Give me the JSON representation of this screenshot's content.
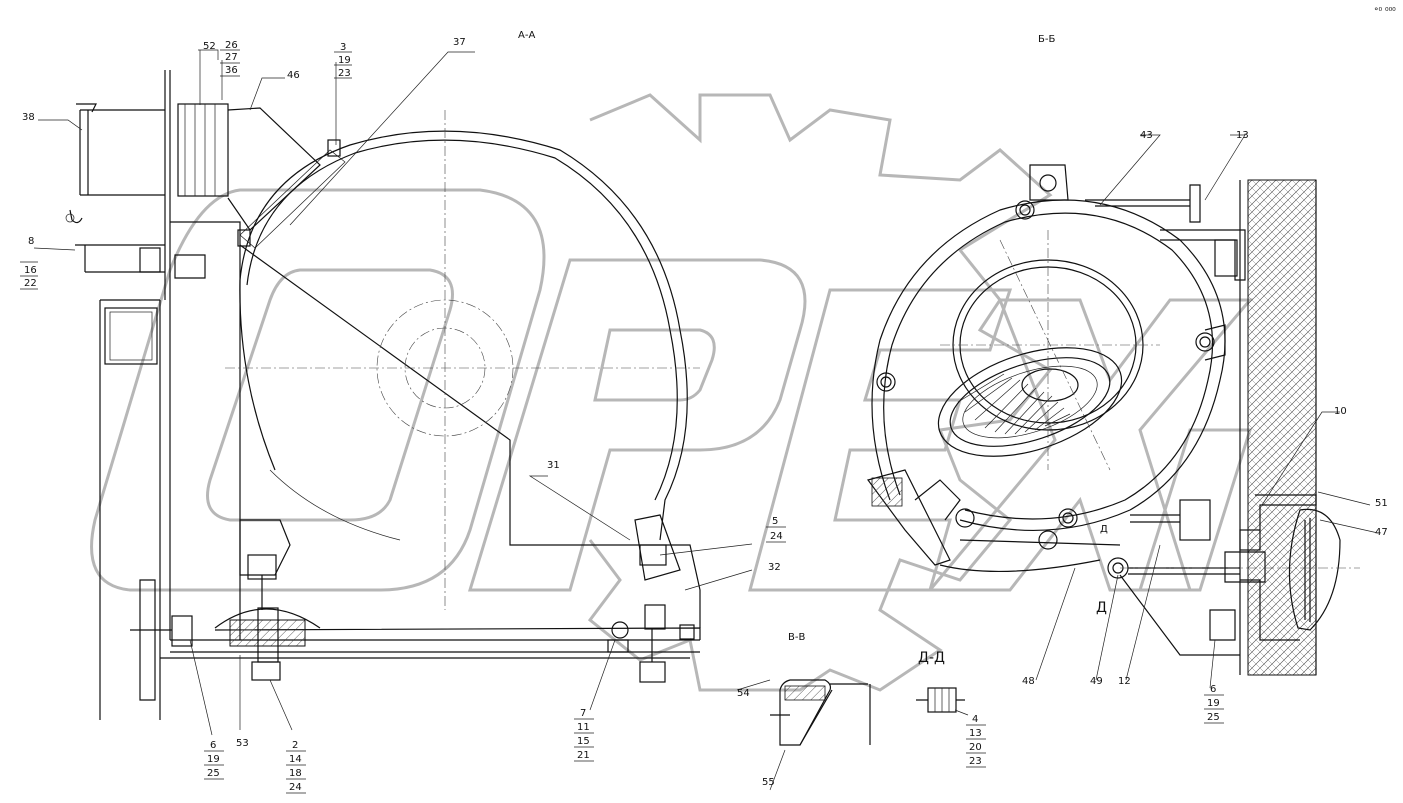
{
  "views": {
    "aa": "А-А",
    "bb": "Б-Б",
    "vv": "В-В",
    "dd": "Д-Д",
    "d_mark": "Д"
  },
  "corner_text": "°⁰ ⁰⁰⁰",
  "callouts": {
    "c52": "52",
    "c26": "26",
    "c27": "27",
    "c36": "36",
    "c3": "3",
    "c19a": "19",
    "c23a": "23",
    "c37": "37",
    "c46": "46",
    "c38": "38",
    "c8": "8",
    "c16": "16",
    "c22": "22",
    "c31": "31",
    "c5": "5",
    "c24a": "24",
    "c32": "32",
    "c6a": "6",
    "c19b": "19",
    "c25a": "25",
    "c53": "53",
    "c2": "2",
    "c14": "14",
    "c18": "18",
    "c24b": "24",
    "c7": "7",
    "c11": "11",
    "c15": "15",
    "c21": "21",
    "c54": "54",
    "c55": "55",
    "c4": "4",
    "c13b": "13",
    "c20": "20",
    "c23b": "23",
    "c43": "43",
    "c13": "13",
    "c10": "10",
    "c51": "51",
    "c47": "47",
    "c48": "48",
    "c49": "49",
    "c12": "12",
    "c6b": "6",
    "c19c": "19",
    "c25b": "25"
  }
}
